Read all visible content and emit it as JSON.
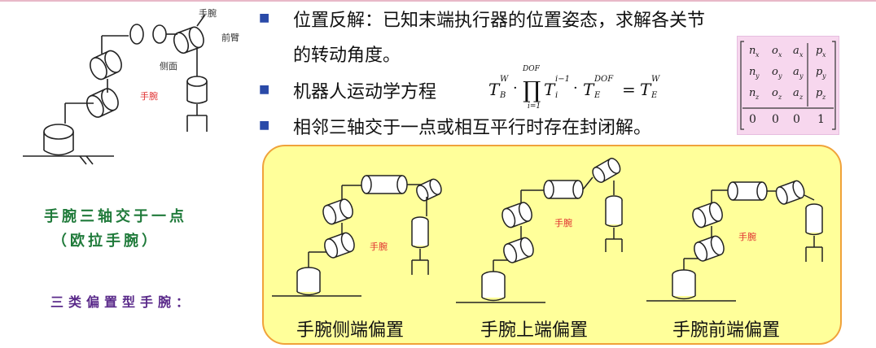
{
  "bullets": [
    {
      "line1": "位置反解：已知末端执行器的位置姿态，求解各关节",
      "line2": "的转动角度。"
    },
    {
      "text": "机器人运动学方程"
    },
    {
      "text": "相邻三轴交于一点或相互平行时存在封闭解。"
    }
  ],
  "left_figure": {
    "labels": [
      "手腕",
      "前臂",
      "侧面",
      "手腕"
    ],
    "caption_line1": "手腕三轴交于一点",
    "caption_line2": "（欧拉手腕）",
    "caption_offset": "三类偏置型手腕："
  },
  "formula": {
    "t1": "T",
    "t1_sup": "W",
    "t1_sub": "B",
    "prod_top": "DOF",
    "prod_bottom": "i=1",
    "t2": "T",
    "t2_sup": "i−1",
    "t2_sub": "i",
    "t3": "T",
    "t3_sup": "DOF",
    "t3_sub": "E",
    "eq": "=",
    "t4": "T",
    "t4_sup": "W",
    "t4_sub": "E"
  },
  "matrix": {
    "rows": [
      [
        "n",
        "o",
        "a",
        "p"
      ],
      [
        "n",
        "o",
        "a",
        "p"
      ],
      [
        "n",
        "o",
        "a",
        "p"
      ]
    ],
    "subs": [
      "x",
      "y",
      "z"
    ],
    "last_row": [
      "0",
      "0",
      "0",
      "1"
    ]
  },
  "panel": {
    "captions": [
      "手腕侧端偏置",
      "手腕上端偏置",
      "手腕前端偏置"
    ],
    "joint_labels": [
      "手腕",
      "手腕",
      "手腕"
    ]
  },
  "colors": {
    "panel_fill": "#ffff9a",
    "panel_border": "#f0a23a",
    "matrix_fill": "#f7d7ee",
    "bullet": "#2a4aa8",
    "green_caption": "#1f7a3a",
    "purple_caption": "#5a2a8a",
    "red_label": "#e03030"
  }
}
